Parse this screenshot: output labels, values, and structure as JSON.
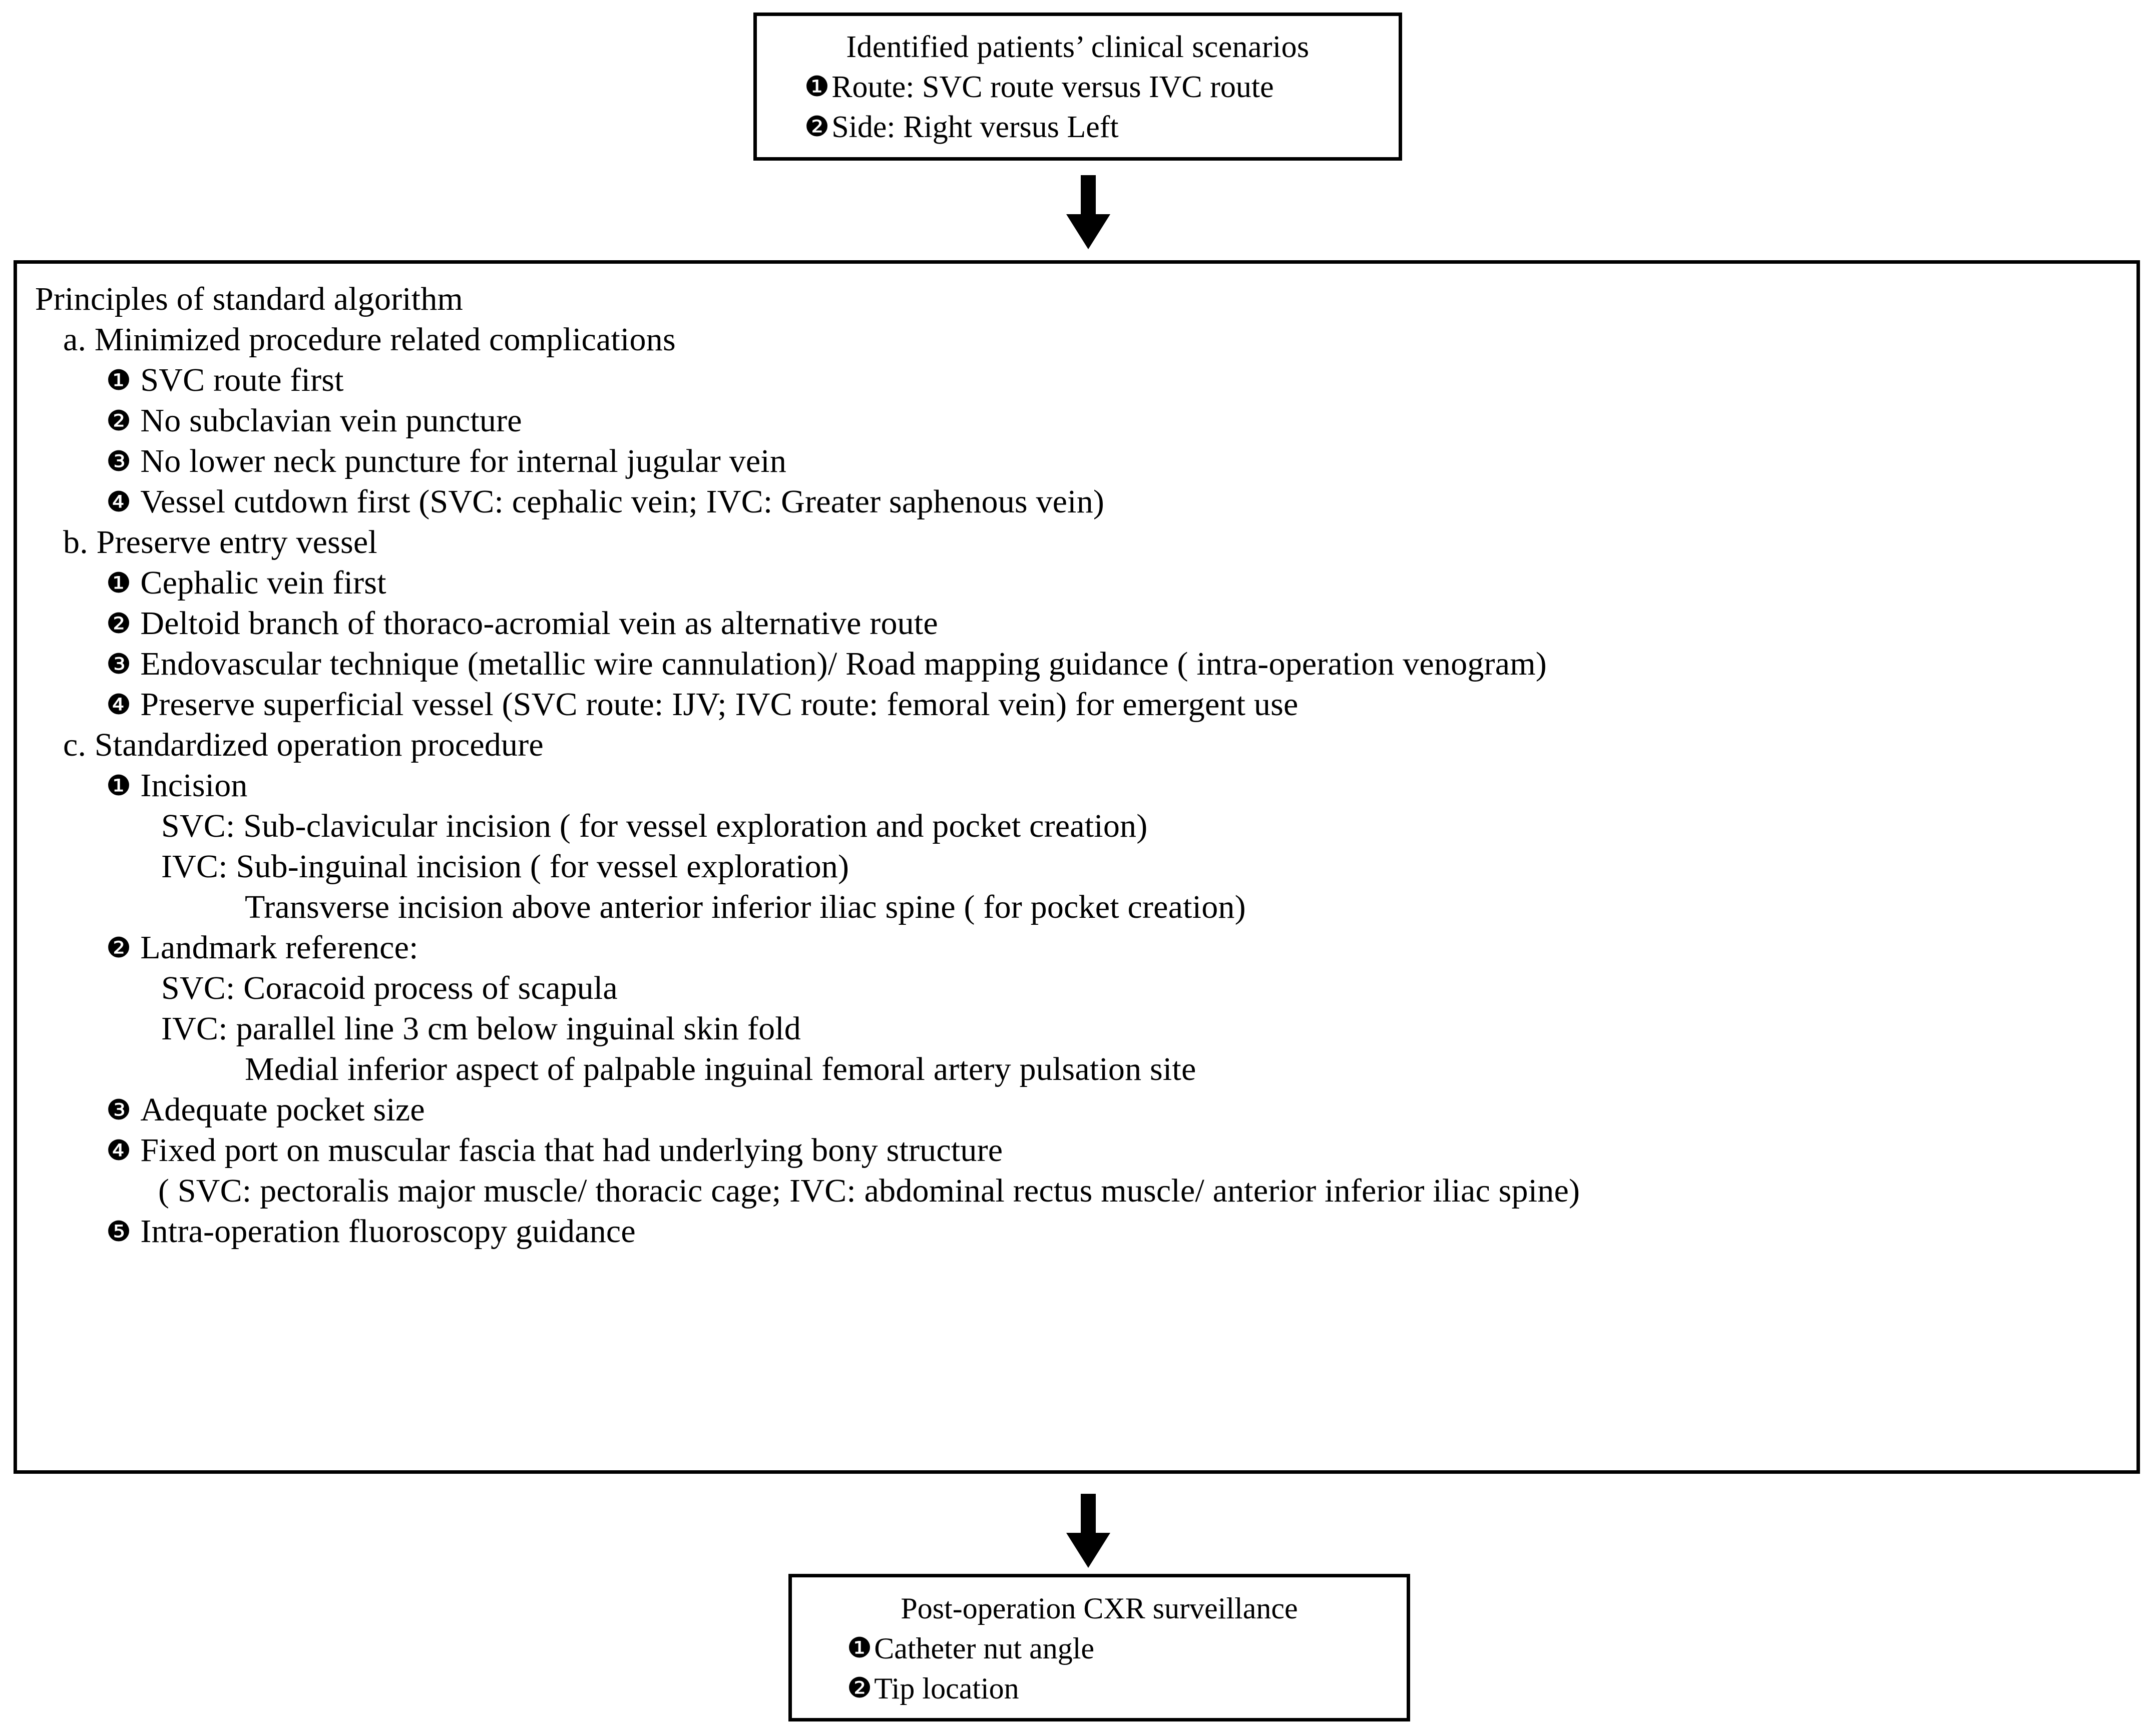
{
  "diagram": {
    "type": "flowchart",
    "orientation": "vertical",
    "colors": {
      "stroke": "#000000",
      "background": "#ffffff",
      "text": "#000000"
    }
  },
  "top_box": {
    "title": "Identified patients’ clinical scenarios",
    "items": [
      {
        "marker": "❶",
        "text": "Route: SVC route versus IVC route"
      },
      {
        "marker": "❷",
        "text": "Side: Right versus Left"
      }
    ]
  },
  "arrow_top": {
    "icon": "down-arrow-icon",
    "direction": "down"
  },
  "main_box": {
    "title": "Principles of standard algorithm",
    "sections": [
      {
        "label": "a. Minimized procedure related complications",
        "items": [
          {
            "marker": "❶",
            "text": "SVC route first"
          },
          {
            "marker": "❷",
            "text": "No subclavian vein puncture"
          },
          {
            "marker": "❸",
            "text": "No lower neck puncture for internal jugular vein"
          },
          {
            "marker": "❹",
            "text": "Vessel cutdown first (SVC: cephalic vein; IVC: Greater saphenous vein)"
          }
        ]
      },
      {
        "label": "b. Preserve entry vessel",
        "items": [
          {
            "marker": "❶",
            "text": "Cephalic vein first"
          },
          {
            "marker": "❷",
            "text": "Deltoid branch of thoraco-acromial vein as alternative route"
          },
          {
            "marker": "❸",
            "text": "Endovascular technique (metallic wire cannulation)/ Road mapping guidance ( intra-operation venogram)"
          },
          {
            "marker": "❹",
            "text": "Preserve superficial vessel (SVC route: IJV; IVC route: femoral vein) for emergent use"
          }
        ]
      },
      {
        "label": "c. Standardized operation procedure",
        "items": [
          {
            "marker": "❶",
            "text": "Incision",
            "sub": [
              {
                "indent": "sub",
                "text": "SVC: Sub-clavicular incision ( for vessel exploration and pocket creation)"
              },
              {
                "indent": "sub",
                "text": "IVC:  Sub-inguinal incision ( for vessel exploration)"
              },
              {
                "indent": "subsub",
                "text": "Transverse incision above anterior inferior iliac spine ( for pocket creation)"
              }
            ]
          },
          {
            "marker": "❷",
            "text": "Landmark reference:",
            "sub": [
              {
                "indent": "sub",
                "text": "SVC: Coracoid process of scapula"
              },
              {
                "indent": "sub",
                "text": "IVC: parallel line  3 cm below inguinal skin fold"
              },
              {
                "indent": "subsub",
                "text": "Medial inferior aspect of palpable  inguinal femoral artery pulsation site"
              }
            ]
          },
          {
            "marker": "❸",
            "text": "Adequate pocket size"
          },
          {
            "marker": "❹",
            "text": "Fixed port on muscular fascia that had underlying bony structure",
            "sub": [
              {
                "indent": "cont",
                "text": "( SVC: pectoralis major muscle/ thoracic cage; IVC: abdominal rectus muscle/ anterior inferior iliac spine)"
              }
            ]
          },
          {
            "marker": "❺",
            "text": "Intra-operation fluoroscopy guidance"
          }
        ]
      }
    ]
  },
  "arrow_bottom": {
    "icon": "down-arrow-icon",
    "direction": "down"
  },
  "bottom_box": {
    "title": "Post-operation CXR surveillance",
    "items": [
      {
        "marker": "❶",
        "text": "Catheter nut angle"
      },
      {
        "marker": "❷",
        "text": "Tip location"
      }
    ]
  }
}
